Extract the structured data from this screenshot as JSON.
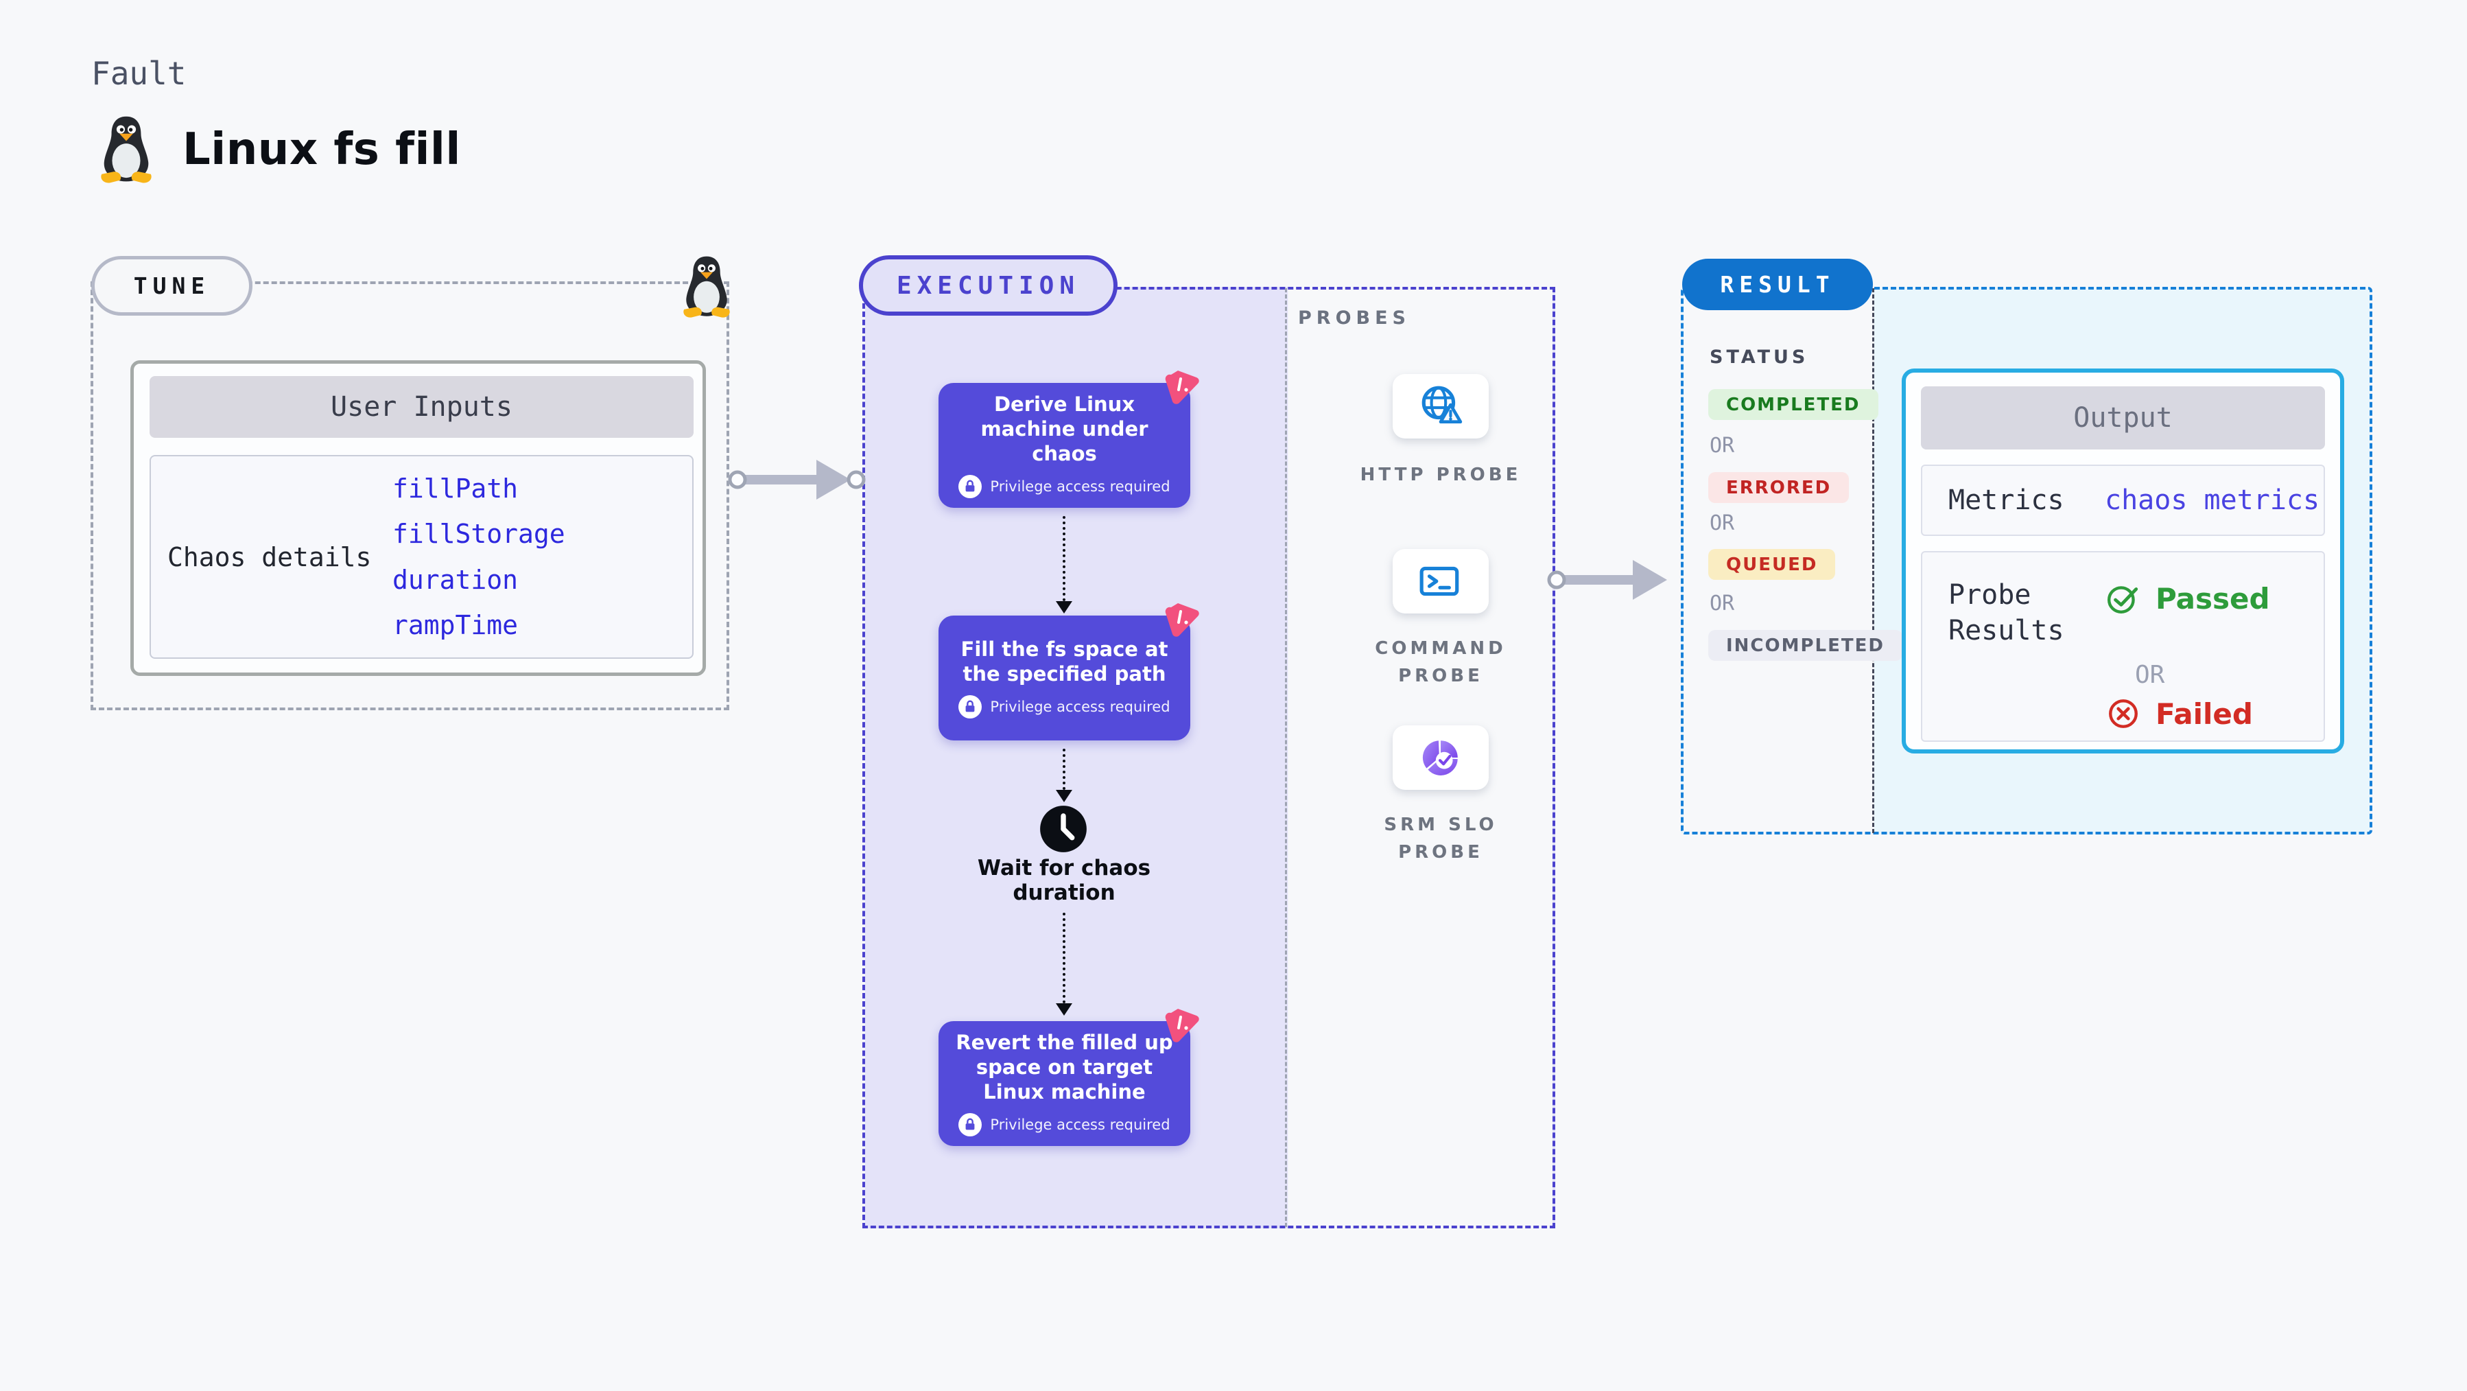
{
  "header": {
    "kicker": "Fault",
    "title": "Linux fs fill"
  },
  "tune": {
    "badge": "TUNE",
    "user_inputs": {
      "title": "User Inputs",
      "row_label": "Chaos details",
      "values": [
        "fillPath",
        "fillStorage",
        "duration",
        "rampTime"
      ]
    }
  },
  "execution": {
    "badge": "EXECUTION",
    "steps": [
      {
        "title": "Derive Linux machine under chaos",
        "note": "Privilege access required"
      },
      {
        "title": "Fill the fs space at the specified path",
        "note": "Privilege access required"
      },
      {
        "title": "Revert the filled up space on target Linux machine",
        "note": "Privilege access required"
      }
    ],
    "wait": {
      "line1": "Wait for chaos",
      "line2": "duration"
    }
  },
  "probes": {
    "label": "PROBES",
    "items": [
      {
        "line1": "HTTP PROBE",
        "line2": ""
      },
      {
        "line1": "COMMAND",
        "line2": "PROBE"
      },
      {
        "line1": "SRM SLO",
        "line2": "PROBE"
      }
    ]
  },
  "result": {
    "badge": "RESULT",
    "status": {
      "label": "STATUS",
      "or": "OR",
      "options": [
        {
          "text": "COMPLETED"
        },
        {
          "text": "ERRORED"
        },
        {
          "text": "QUEUED"
        },
        {
          "text": "INCOMPLETED"
        }
      ]
    },
    "output": {
      "title": "Output",
      "metrics_label": "Metrics",
      "metrics_value": "chaos metrics",
      "probe_results_label": "Probe Results",
      "passed": "Passed",
      "or": "OR",
      "failed": "Failed"
    }
  },
  "colors": {
    "accent_indigo": "#4B42CE",
    "step_purple": "#544BDA",
    "result_blue": "#1173CD",
    "probe_blue": "#1781D8",
    "pink_badge": "#F2517E",
    "passed_green": "#2E9C3B",
    "failed_red": "#D22C24",
    "lavender_fill": "#E4E3F9",
    "cyan_fill": "#E9F6FC"
  }
}
